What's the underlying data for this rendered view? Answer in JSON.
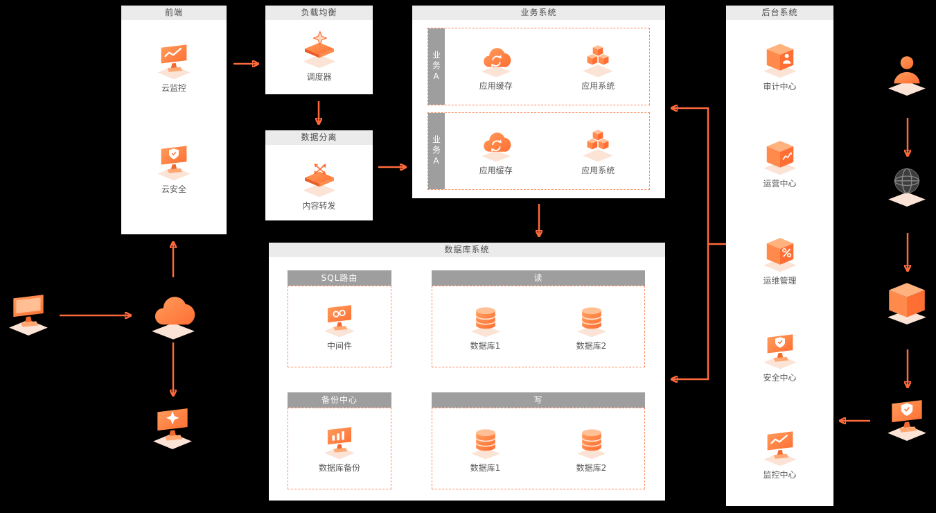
{
  "colors": {
    "accent": "#FF6A3C",
    "panel_header_bg": "#EBEBEB",
    "sub_header_bg": "#9E9E9E",
    "dashed_border": "#FF8A5C",
    "background": "#000000"
  },
  "frontend": {
    "title": "前端",
    "items": [
      {
        "icon": "cloud-monitor-icon",
        "label": "云监控"
      },
      {
        "icon": "cloud-security-icon",
        "label": "云安全"
      }
    ]
  },
  "load_balancer": {
    "title": "负载均衡",
    "item": {
      "icon": "scheduler-icon",
      "label": "调度器"
    }
  },
  "data_separation": {
    "title": "数据分离",
    "item": {
      "icon": "content-forward-icon",
      "label": "内容转发"
    }
  },
  "business_system": {
    "title": "业务系统",
    "groups": [
      {
        "tab": "业务A",
        "items": [
          {
            "icon": "app-cache-icon",
            "label": "应用缓存"
          },
          {
            "icon": "app-system-icon",
            "label": "应用系统"
          }
        ]
      },
      {
        "tab": "业务A",
        "items": [
          {
            "icon": "app-cache-icon",
            "label": "应用缓存"
          },
          {
            "icon": "app-system-icon",
            "label": "应用系统"
          }
        ]
      }
    ]
  },
  "database_system": {
    "title": "数据库系统",
    "sections": {
      "sql_route": {
        "header": "SQL路由",
        "item": {
          "icon": "middleware-icon",
          "label": "中间件"
        }
      },
      "read": {
        "header": "读",
        "items": [
          {
            "icon": "database-icon",
            "label": "数据库1"
          },
          {
            "icon": "database-icon",
            "label": "数据库2"
          }
        ]
      },
      "backup": {
        "header": "备份中心",
        "item": {
          "icon": "db-backup-icon",
          "label": "数据库备份"
        }
      },
      "write": {
        "header": "写",
        "items": [
          {
            "icon": "database-icon",
            "label": "数据库1"
          },
          {
            "icon": "database-icon",
            "label": "数据库2"
          }
        ]
      }
    }
  },
  "backend_system": {
    "title": "后台系统",
    "items": [
      {
        "icon": "audit-center-icon",
        "label": "审计中心"
      },
      {
        "icon": "operation-center-icon",
        "label": "运营中心"
      },
      {
        "icon": "ops-management-icon",
        "label": "运维管理"
      },
      {
        "icon": "security-center-icon",
        "label": "安全中心"
      },
      {
        "icon": "monitor-center-icon",
        "label": "监控中心"
      }
    ]
  },
  "floating_icons": {
    "left": [
      "desktop-icon",
      "cloud-icon",
      "security-terminal-icon"
    ],
    "right": [
      "user-icon",
      "globe-icon",
      "cube-icon",
      "security-monitor-icon"
    ]
  }
}
